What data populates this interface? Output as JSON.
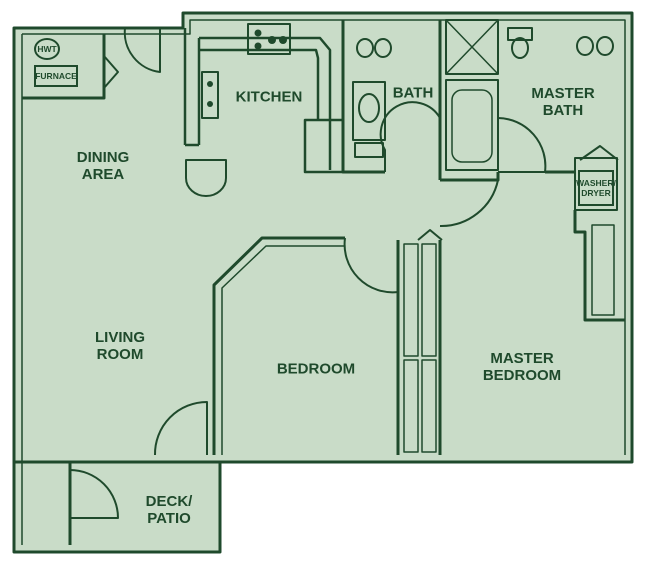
{
  "colors": {
    "wall": "#1f4a2c",
    "floor": "#c9dcc8",
    "background": "#ffffff"
  },
  "rooms": {
    "kitchen": "KITCHEN",
    "bath": "BATH",
    "master_bath_line1": "MASTER",
    "master_bath_line2": "BATH",
    "dining_line1": "DINING",
    "dining_line2": "AREA",
    "living_line1": "LIVING",
    "living_line2": "ROOM",
    "bedroom": "BEDROOM",
    "master_bedroom_line1": "MASTER",
    "master_bedroom_line2": "BEDROOM",
    "deck_line1": "DECK/",
    "deck_line2": "PATIO"
  },
  "fixtures": {
    "hwt": "HWT",
    "furnace": "FURNACE",
    "washer_line1": "WASHER/",
    "washer_line2": "DRYER"
  }
}
